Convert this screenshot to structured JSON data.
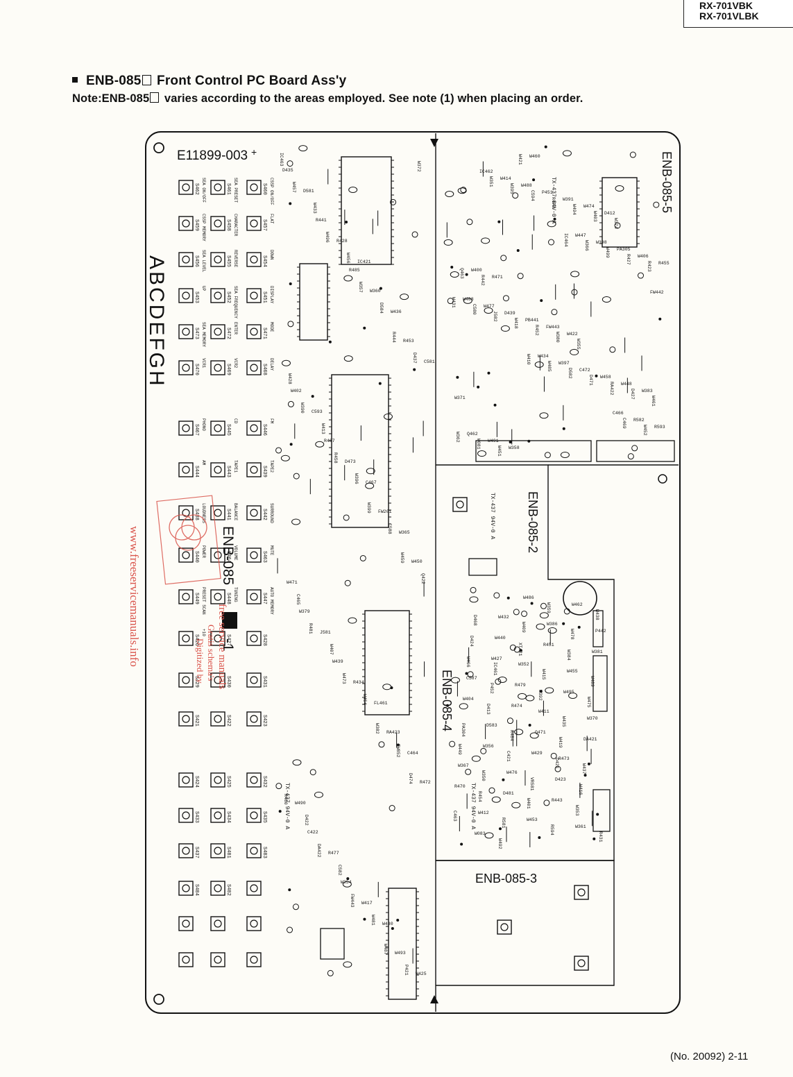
{
  "header": {
    "model_line1": "RX-701VBK",
    "model_line2": "RX-701VLBK"
  },
  "section": {
    "title_pre": "ENB-085",
    "title_post": "Front Control PC Board Ass'y",
    "note_pre": "Note:ENB-085",
    "note_post": "varies according to the areas employed. See note (1) when placing an order."
  },
  "board": {
    "part_number": "E11899-003",
    "pcb_labels": [
      "ENB-085-5",
      "ENB-085-2",
      "ENB-085-4",
      "ENB-085-3"
    ],
    "center_label": "ENB-085",
    "center_suffix": "-1",
    "grid_letters": "ABCDEFGH",
    "substrate_marks": [
      "TX-437 94V-0 A",
      "TX-437 94V-0 A",
      "TX-437 94V-0 A",
      "TX-437 94V-0 A"
    ],
    "components": [
      "IC463",
      "IC462",
      "IC461",
      "IC421",
      "IC464",
      "R473",
      "W428",
      "FW442",
      "D468",
      "C467",
      "W410",
      "W411",
      "C465",
      "C466",
      "C463",
      "FL461",
      "W351",
      "W352",
      "D422",
      "W447",
      "W437",
      "W430",
      "W431",
      "W432",
      "W433",
      "W434",
      "W435",
      "W436",
      "C469",
      "W412",
      "W413",
      "W414",
      "W415",
      "W365",
      "W366",
      "W367",
      "W407",
      "W408",
      "W409",
      "C464",
      "W485",
      "W370",
      "S462",
      "S461",
      "S460",
      "S459",
      "S458",
      "S457",
      "S456",
      "S455",
      "S454",
      "S453",
      "S452",
      "S451",
      "S473",
      "S472",
      "S471",
      "S470",
      "S469",
      "S468",
      "S467",
      "S445",
      "S446",
      "S444",
      "S443",
      "S439",
      "S438",
      "S441",
      "S442",
      "S440",
      "S464",
      "S463",
      "S449",
      "S448",
      "S447",
      "S426",
      "S427",
      "S428",
      "S429",
      "S430",
      "S431",
      "S421",
      "S422",
      "S423",
      "S424",
      "S425",
      "S432",
      "S433",
      "S434",
      "S435",
      "S437",
      "S481",
      "S483",
      "S484",
      "S482",
      "C582",
      "R582",
      "R581",
      "W425",
      "W395",
      "W455",
      "W456",
      "W398",
      "W350",
      "C581",
      "C580",
      "W386",
      "W396",
      "W397",
      "PA304",
      "W471",
      "W452",
      "W453",
      "W454",
      "W488",
      "W489",
      "W490",
      "W499",
      "W476",
      "W481",
      "W477",
      "W478",
      "D581",
      "D582",
      "D583",
      "D584",
      "R593",
      "R594",
      "C593",
      "C594",
      "C587",
      "C588",
      "PA305",
      "VR581",
      "J581",
      "J582",
      "P442",
      "FW852",
      "C472",
      "R484",
      "R477",
      "W362",
      "W361",
      "P421",
      "P451",
      "P452",
      "R428",
      "R427",
      "D423",
      "D437",
      "D439",
      "D424",
      "D473",
      "D471",
      "Q471",
      "Q422",
      "Q462",
      "R431",
      "R434",
      "R478",
      "R479",
      "R480",
      "W406",
      "W416",
      "W417",
      "W418",
      "W440",
      "W457",
      "W458",
      "W419",
      "W360",
      "W081",
      "W083",
      "W390",
      "W391",
      "W392",
      "FW201",
      "R423",
      "R470",
      "R481",
      "PB441",
      "XT421",
      "RA423",
      "RA422",
      "DA421",
      "DA422",
      "W491",
      "W492",
      "W493",
      "W494",
      "W495",
      "W496",
      "R455",
      "R454",
      "R453",
      "R452",
      "R451",
      "R458",
      "W448",
      "W449",
      "W450",
      "W451",
      "W486",
      "W473",
      "W474",
      "W475",
      "R472",
      "Q463",
      "D481",
      "FW443",
      "FW443",
      "W384",
      "D435",
      "D427",
      "W356",
      "W357",
      "W358",
      "W359",
      "W402",
      "W403",
      "W404",
      "W399",
      "W400",
      "W401",
      "W379",
      "W380",
      "W381",
      "W382",
      "W383",
      "C421",
      "C422",
      "W421",
      "W462",
      "W487",
      "D412",
      "D413",
      "R441",
      "R442",
      "R443",
      "R444",
      "W422",
      "W466",
      "R467",
      "W461",
      "W429",
      "W459",
      "W460",
      "W438",
      "W439",
      "W374",
      "R474",
      "D474",
      "R471",
      "W353",
      "W354",
      "W355",
      "W427",
      "W372",
      "W371",
      "D421",
      "R485"
    ],
    "switch_functions": [
      "SEA ON/OFF",
      "SEA PRESET",
      "CSSP ON/OFF",
      "CSSP MEMORY",
      "CHARACTER",
      "FLAT",
      "SEA LEVEL",
      "REVERSE",
      "DOWN",
      "UP",
      "SEA FREQUENCY",
      "DISPLAY",
      "SEA MEMORY",
      "ENTER",
      "MODE",
      "VCR1",
      "VCR2",
      "DELAY",
      "PHONO",
      "CD",
      "FM",
      "AM",
      "TAPE1",
      "TAPE2",
      "LOUDNESS",
      "BALANCE",
      "SURROUND",
      "POWER",
      "VOLUME",
      "MUTE",
      "PRESET SCAN",
      "TUNING",
      "AUTO MEMORY",
      "+10"
    ],
    "watermark_url": "www.freeservicemanuals.info",
    "watermark_lines": [
      "free service manuals",
      "Gratis schema's",
      "Digitized by"
    ]
  },
  "footer": {
    "page_ref": "(No. 20092) 2-11"
  },
  "colors": {
    "ink": "#111111",
    "paper": "#fdfcf7",
    "watermark": "#d9534a"
  }
}
